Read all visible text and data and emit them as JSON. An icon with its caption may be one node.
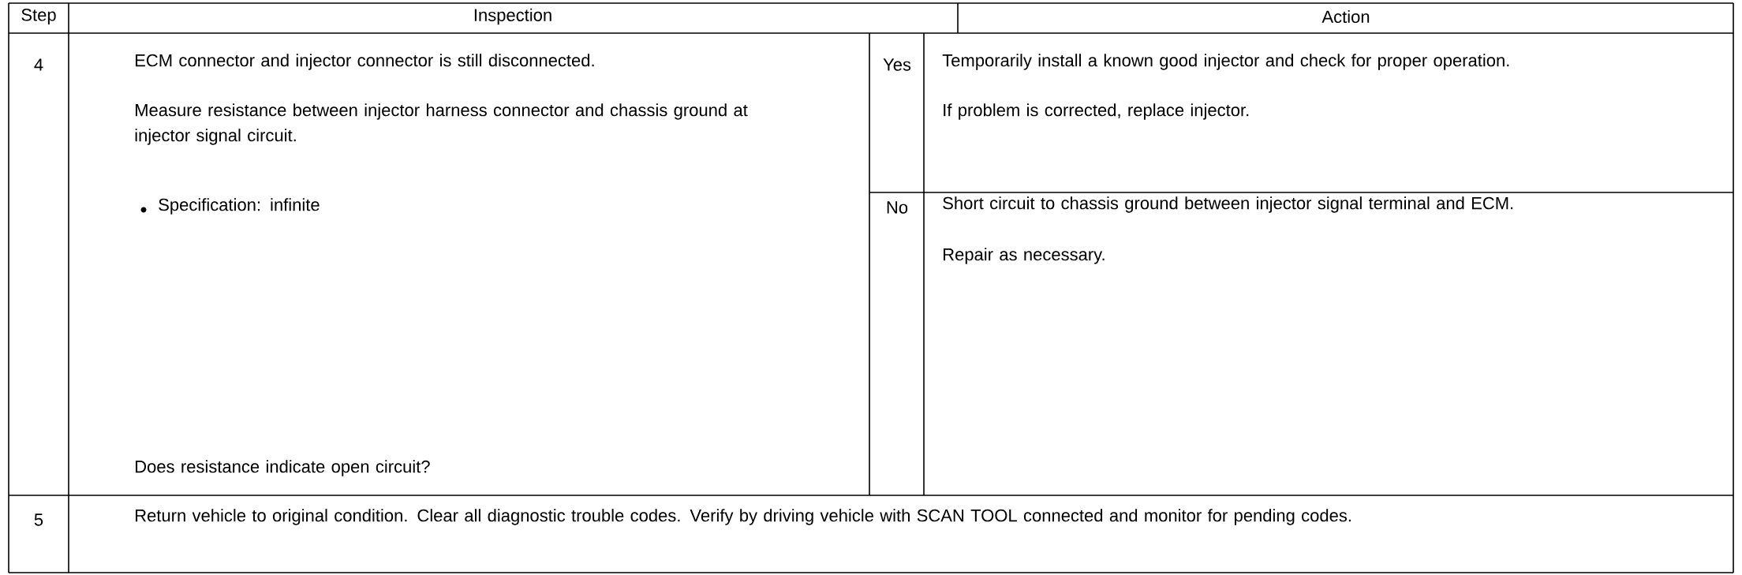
{
  "diagram": {
    "labels": [
      "Step",
      "Inspection",
      "Action",
      "4",
      "ECM connector and injector connector is still disconnected.",
      "Measure resistance between injector harness connector and chassis ground at injector signal circuit.",
      "Specification: infinite",
      "Does resistance indicate open circuit?",
      "Yes",
      "Temporarily install a known good injector and check for proper operation.",
      "If problem is corrected, replace injector.",
      "No",
      "Short circuit to chassis ground between injector signal terminal and ECM.",
      "Repair as necessary.",
      "5",
      "Return vehicle to original condition. Clear all diagnostic trouble codes. Verify by driving vehicle with SCAN TOOL connected and monitor for pending codes."
    ]
  }
}
